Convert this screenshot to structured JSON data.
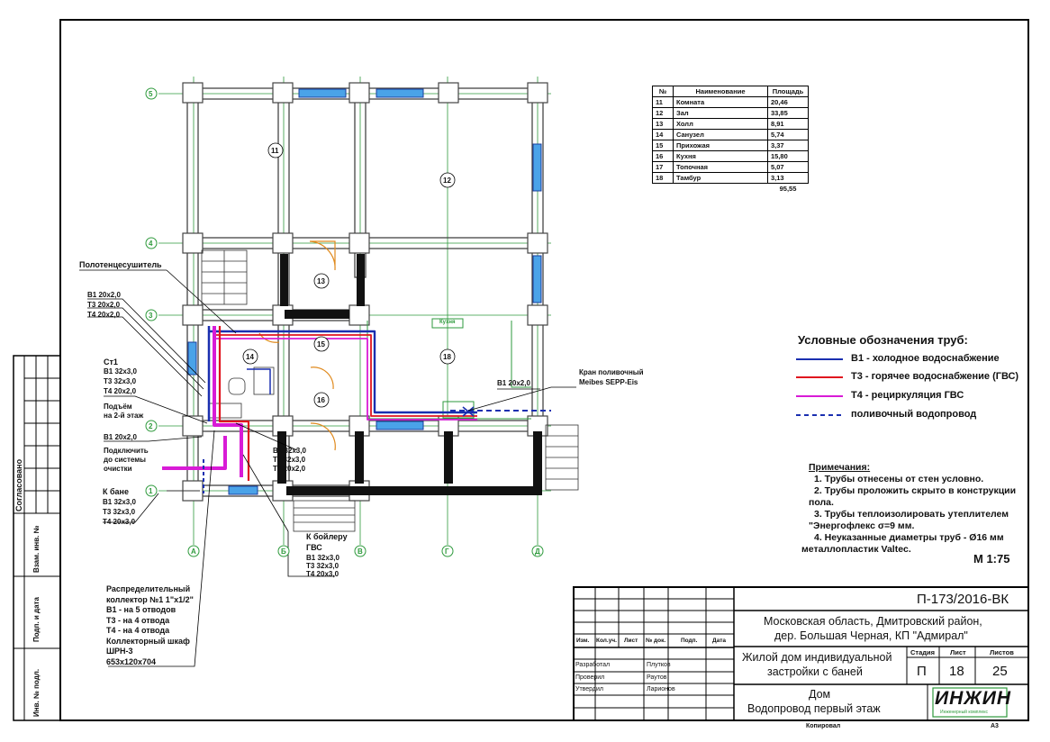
{
  "rooms_table": {
    "headers": [
      "№",
      "Наименование",
      "Площадь"
    ],
    "rows": [
      [
        "11",
        "Комната",
        "20,46"
      ],
      [
        "12",
        "Зал",
        "33,85"
      ],
      [
        "13",
        "Холл",
        "8,91"
      ],
      [
        "14",
        "Санузел",
        "5,74"
      ],
      [
        "15",
        "Прихожая",
        "3,37"
      ],
      [
        "16",
        "Кухня",
        "15,80"
      ],
      [
        "17",
        "Топочная",
        "5,07"
      ],
      [
        "18",
        "Тамбур",
        "3,13"
      ]
    ],
    "total": "95,55"
  },
  "room_labels": [
    "11",
    "12",
    "13",
    "14",
    "15",
    "16",
    "18"
  ],
  "axes": {
    "letters": [
      "А",
      "Б",
      "В",
      "Г",
      "Д"
    ],
    "numbers": [
      "5",
      "4",
      "3",
      "2",
      "1"
    ]
  },
  "legend": {
    "title": "Условные обозначения труб:",
    "items": [
      {
        "label": "В1 - холодное водоснабжение",
        "color": "#1a2fb0",
        "style": "solid"
      },
      {
        "label": "Т3 - горячее водоснабжение (ГВС)",
        "color": "#e0141e",
        "style": "solid"
      },
      {
        "label": "Т4 - рециркуляция ГВС",
        "color": "#d81bd6",
        "style": "solid"
      },
      {
        "label": "поливочный водопровод",
        "color": "#1a2fb0",
        "style": "dashed"
      }
    ]
  },
  "notes": {
    "title": "Примечания:",
    "lines": [
      "1. Трубы отнесены от стен условно.",
      "2. Трубы проложить скрыто в конструкции",
      "пола.",
      "3. Трубы теплоизолировать утеплителем",
      "\"Энергофлекс σ=9 мм.",
      "4. Неуказанные диаметры труб - Ø16 мм",
      "металлопластик Valtec."
    ],
    "scale": "М 1:75"
  },
  "annotations": {
    "towel_dryer": "Полотенцесушитель",
    "left_pipes": [
      "В1 20х2,0",
      "Т3 20х2,0",
      "Т4 20х2,0"
    ],
    "st1": "Ст1",
    "st1_pipes": [
      "В1 32х3,0",
      "Т3 32х3,0",
      "Т4 20х2,0"
    ],
    "rise": [
      "Подъём",
      "на 2-й этаж"
    ],
    "b1_small": "В1 20х2,0",
    "connect": [
      "Подключить",
      "до системы",
      "очистки"
    ],
    "to_bath": "К бане",
    "bath_pipes": [
      "В1 32х3,0",
      "Т3 32х3,0",
      "Т4 20х3,0"
    ],
    "collector": [
      "Распределительный",
      "коллектор №1 1\"х1/2\"",
      "В1 - на 5 отводов",
      "Т3 - на 4 отвода",
      "Т4 - на 4 отвода",
      "Коллекторный шкаф",
      "ШРН-3",
      "653х120х704"
    ],
    "center_pipes": [
      "В1 32х3,0",
      "Т3 32х3,0",
      "Т4 20х2,0"
    ],
    "to_boiler": [
      "К бойлеру",
      "ГВС"
    ],
    "boiler_pipes": [
      "В1 32х3,0",
      "Т3 32х3,0",
      "Т4 20х3,0"
    ],
    "valve": [
      "Кран поливочный",
      "Meibes SEPP-Eis"
    ],
    "b1_valve": "В1 20х2,0",
    "kitchen_label": "Кухня"
  },
  "side_stamp": [
    "Согласовано",
    "Взам. инв. №",
    "Подп. и дата",
    "Инв. № подл."
  ],
  "title_block": {
    "code": "П-173/2016-ВК",
    "location": [
      "Московская область, Дмитровский район,",
      "дер. Большая Черная, КП \"Адмирал\""
    ],
    "project": [
      "Жилой дом индивидуальной",
      "застройки с баней"
    ],
    "sheet_title": [
      "Дом",
      "Водопровод первый этаж"
    ],
    "col_headers": [
      "Изм.",
      "Кол.уч.",
      "Лист",
      "№ док.",
      "Подп.",
      "Дата"
    ],
    "roles": [
      {
        "role": "Разработал",
        "name": "Плутков"
      },
      {
        "role": "Проверил",
        "name": "Раутов"
      },
      {
        "role": "Утвердил",
        "name": "Ларионов"
      }
    ],
    "stage_headers": [
      "Стадия",
      "Лист",
      "Листов"
    ],
    "stage": "П",
    "sheet": "18",
    "sheets": "25",
    "logo": "ИНЖИН",
    "logo_sub": "Инженерный комплекс",
    "copied": "Копировал",
    "format": "А3"
  }
}
